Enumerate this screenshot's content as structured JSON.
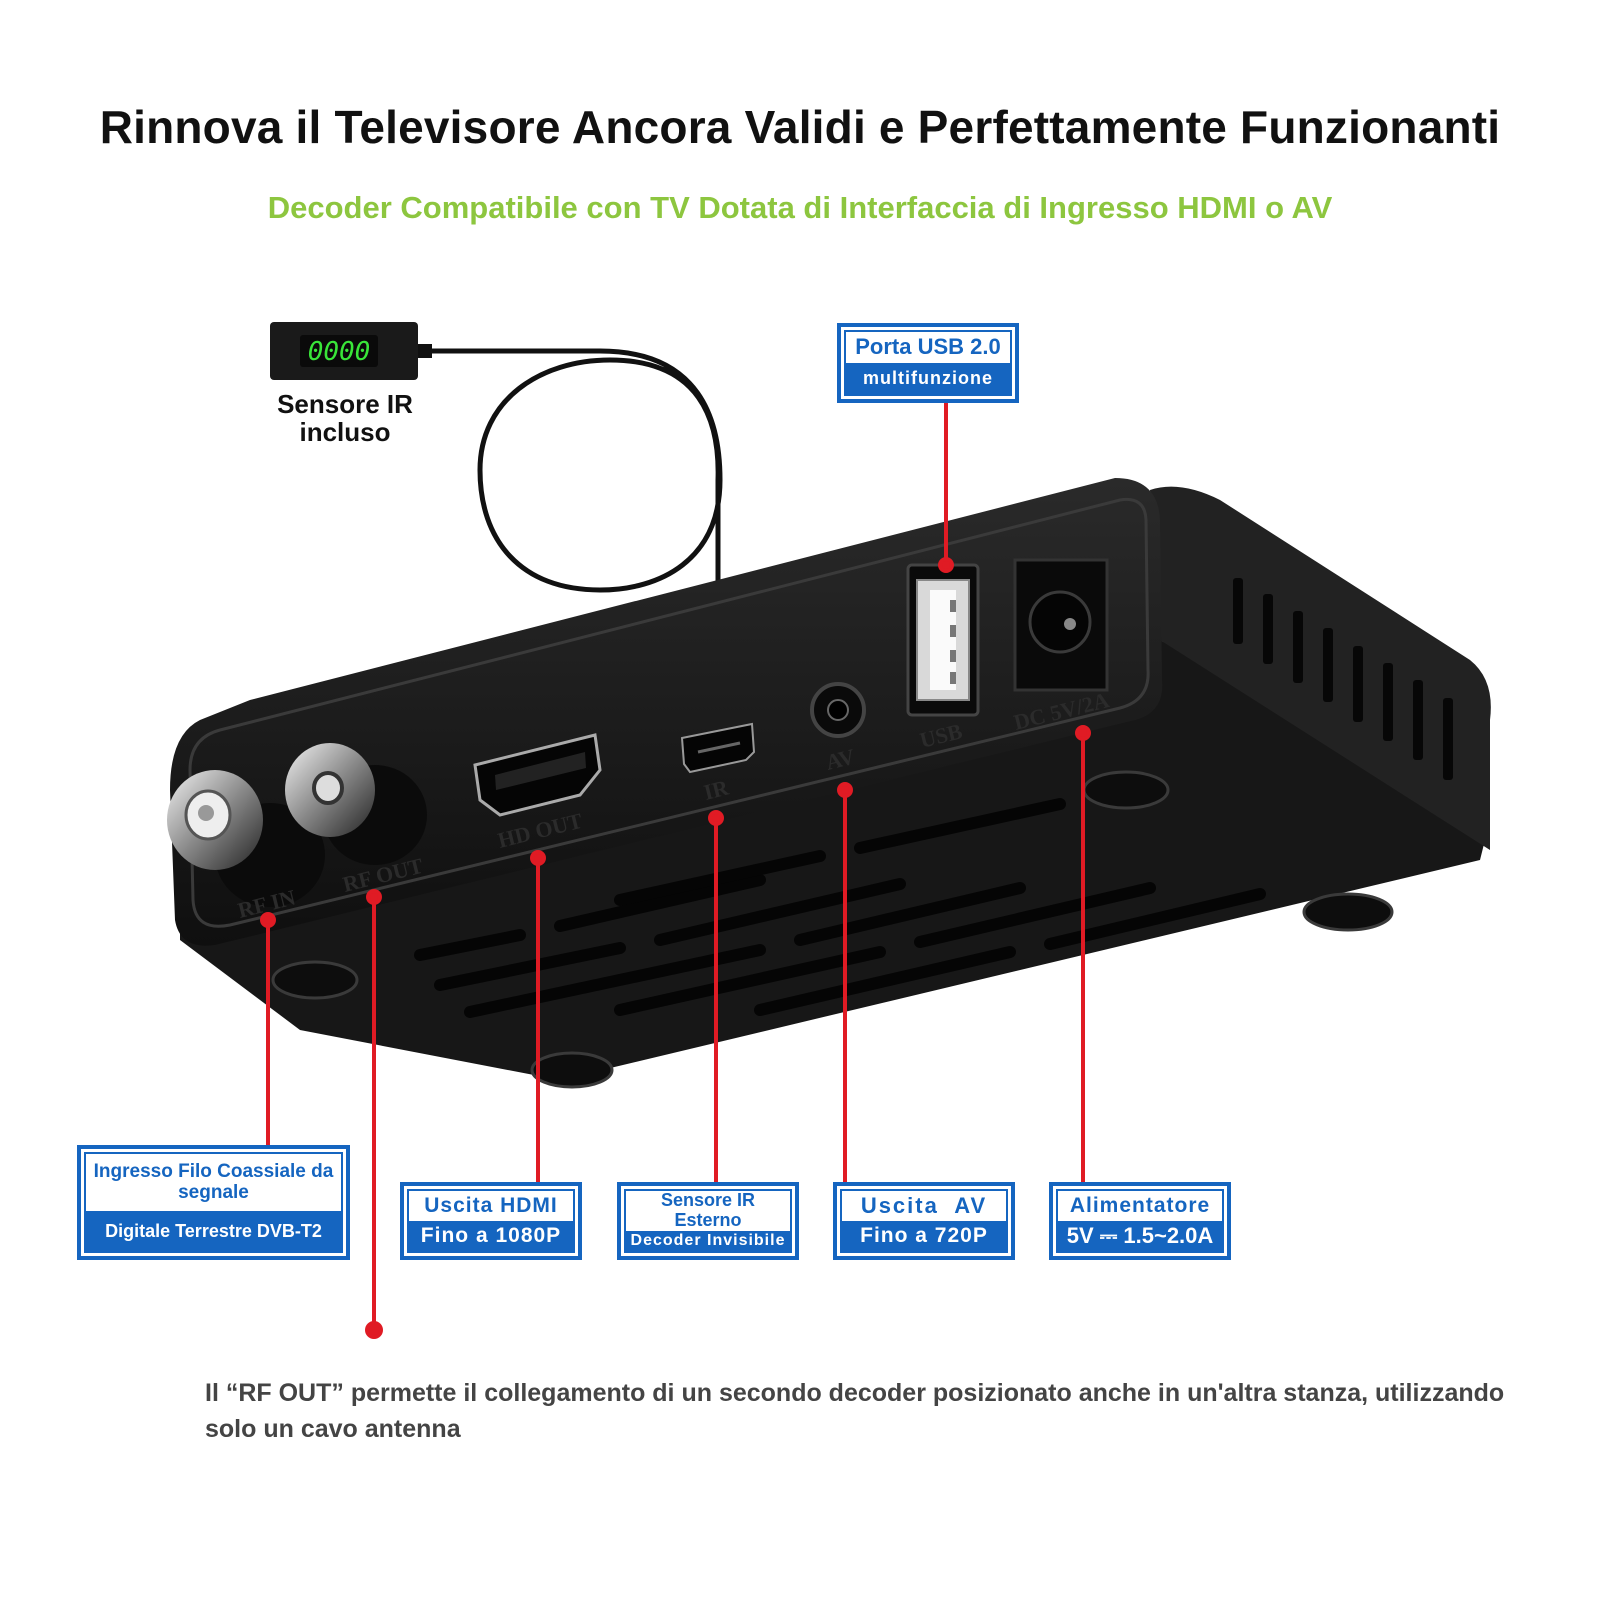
{
  "headline": "Rinnova il Televisore Ancora Validi e Perfettamente Funzionanti",
  "subheadline": "Decoder Compatibile con TV Dotata di Interfaccia di Ingresso HDMI o AV",
  "ir_sensor": {
    "display": "0000",
    "label": "Sensore IR incluso"
  },
  "port_labels": {
    "rf_in": "RF IN",
    "rf_out": "RF OUT",
    "hd_out": "HD OUT",
    "ir": "IR",
    "av": "AV",
    "usb": "USB",
    "dc": "DC 5V/2A"
  },
  "callouts": {
    "usb": {
      "top": "Porta USB 2.0",
      "bottom": "multifunzione"
    },
    "rf_in": {
      "top": "Ingresso Filo Coassiale da segnale",
      "bottom": "Digitale Terrestre DVB-T2"
    },
    "hdmi": {
      "top": "Uscita HDMI",
      "bottom": "Fino a 1080P"
    },
    "ir": {
      "top": "Sensore IR Esterno",
      "bottom": "Decoder Invisibile"
    },
    "av": {
      "top": "Uscita  AV",
      "bottom": "Fino a 720P"
    },
    "power": {
      "top": "Alimentatore",
      "bottom": "5V ⎓ 1.5~2.0A"
    }
  },
  "note": "Il “RF OUT” permette il collegamento di un secondo decoder posizionato anche in un'altra stanza, utilizzando solo un cavo antenna",
  "colors": {
    "accent_green": "#8dc63f",
    "callout_blue": "#1565c0",
    "leader_red": "#e01b24",
    "device_black": "#1b1b1b",
    "display_green": "#39e639"
  }
}
